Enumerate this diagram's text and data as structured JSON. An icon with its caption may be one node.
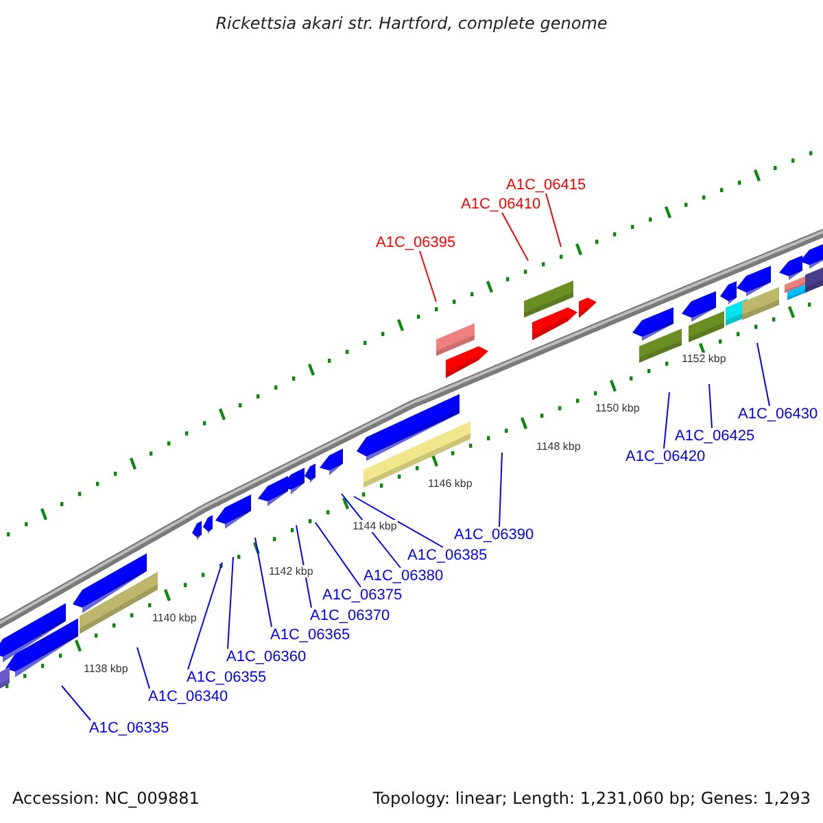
{
  "diagram": {
    "title": "Rickettsia akari str. Hartford, complete genome",
    "nodes": [
      {
        "text": [
          "A1C_06395"
        ]
      },
      {
        "text": [
          "A1C_06410"
        ]
      },
      {
        "text": [
          "A1C_06415"
        ]
      },
      {
        "text": [
          "A1C_06335"
        ]
      },
      {
        "text": [
          "A1C_06340"
        ]
      },
      {
        "text": [
          "A1C_06355"
        ]
      },
      {
        "text": [
          "A1C_06360"
        ]
      },
      {
        "text": [
          "A1C_06365"
        ]
      },
      {
        "text": [
          "A1C_06370"
        ]
      },
      {
        "text": [
          "A1C_06375"
        ]
      },
      {
        "text": [
          "A1C_06380"
        ]
      },
      {
        "text": [
          "A1C_06385"
        ]
      },
      {
        "text": [
          "A1C_06390"
        ]
      },
      {
        "text": [
          "A1C_06420"
        ]
      },
      {
        "text": [
          "A1C_06425"
        ]
      },
      {
        "text": [
          "A1C_06430"
        ]
      }
    ],
    "edges": [
      {
        "from": 0,
        "to": null,
        "arrow": "none",
        "color": "#ff0000"
      },
      {
        "from": 1,
        "to": null,
        "arrow": "none",
        "color": "#ff0000"
      },
      {
        "from": 2,
        "to": null,
        "arrow": "none",
        "color": "#ff0000"
      },
      {
        "from": 3,
        "to": null,
        "arrow": "none"
      },
      {
        "from": 4,
        "to": null,
        "arrow": "none"
      },
      {
        "from": 5,
        "to": null,
        "arrow": "none"
      },
      {
        "from": 6,
        "to": null,
        "arrow": "none"
      },
      {
        "from": 7,
        "to": null,
        "arrow": "none"
      },
      {
        "from": 8,
        "to": null,
        "arrow": "none"
      },
      {
        "from": 9,
        "to": null,
        "arrow": "none"
      },
      {
        "from": 10,
        "to": null,
        "arrow": "none"
      },
      {
        "from": 11,
        "to": null,
        "arrow": "none"
      },
      {
        "from": 12,
        "to": null,
        "arrow": "none"
      },
      {
        "from": 13,
        "to": null,
        "arrow": "none"
      },
      {
        "from": 14,
        "to": null,
        "arrow": "none"
      },
      {
        "from": 15,
        "to": null,
        "arrow": "none"
      }
    ],
    "labels": [
      "1138 kbp",
      "1140 kbp",
      "1142 kbp",
      "1144 kbp",
      "1146 kbp",
      "1148 kbp",
      "1150 kbp",
      "1152 kbp",
      "Accession: NC_009881",
      "Topology: linear; Length: 1,231,060 bp; Genes: 1,293"
    ]
  }
}
